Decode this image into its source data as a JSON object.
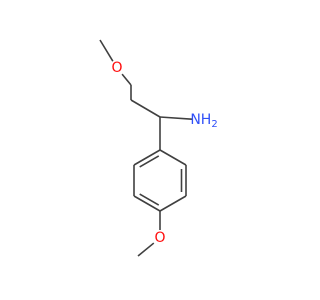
{
  "molecule": {
    "atoms": [
      {
        "id": "c_methyl_top",
        "symbol": "C",
        "label": ""
      },
      {
        "id": "o_top",
        "symbol": "O",
        "label": "O"
      },
      {
        "id": "c_ch2_a",
        "symbol": "C",
        "label": ""
      },
      {
        "id": "c_ch2_b",
        "symbol": "C",
        "label": ""
      },
      {
        "id": "c_alpha",
        "symbol": "C",
        "label": ""
      },
      {
        "id": "n_amine",
        "symbol": "N",
        "label": "NH"
      },
      {
        "id": "ring_c1",
        "symbol": "C",
        "label": ""
      },
      {
        "id": "ring_c2",
        "symbol": "C",
        "label": ""
      },
      {
        "id": "ring_c3",
        "symbol": "C",
        "label": ""
      },
      {
        "id": "ring_c4",
        "symbol": "C",
        "label": ""
      },
      {
        "id": "ring_c5",
        "symbol": "C",
        "label": ""
      },
      {
        "id": "ring_c6",
        "symbol": "C",
        "label": ""
      },
      {
        "id": "o_bottom",
        "symbol": "O",
        "label": "O"
      },
      {
        "id": "c_methyl_bottom",
        "symbol": "C",
        "label": ""
      }
    ],
    "amine_subscript": "2",
    "bonds": [
      {
        "from": "c_methyl_top",
        "to": "o_top",
        "order": 1
      },
      {
        "from": "o_top",
        "to": "c_ch2_a",
        "order": 1
      },
      {
        "from": "c_ch2_a",
        "to": "c_ch2_b",
        "order": 1
      },
      {
        "from": "c_ch2_b",
        "to": "c_alpha",
        "order": 1
      },
      {
        "from": "c_alpha",
        "to": "n_amine",
        "order": 1
      },
      {
        "from": "c_alpha",
        "to": "ring_c1",
        "order": 1
      },
      {
        "from": "ring_c1",
        "to": "ring_c2",
        "order": 2
      },
      {
        "from": "ring_c2",
        "to": "ring_c3",
        "order": 1
      },
      {
        "from": "ring_c3",
        "to": "ring_c4",
        "order": 2
      },
      {
        "from": "ring_c4",
        "to": "ring_c5",
        "order": 1
      },
      {
        "from": "ring_c5",
        "to": "ring_c6",
        "order": 2
      },
      {
        "from": "ring_c6",
        "to": "ring_c1",
        "order": 1
      },
      {
        "from": "ring_c4",
        "to": "o_bottom",
        "order": 1
      },
      {
        "from": "o_bottom",
        "to": "c_methyl_bottom",
        "order": 1
      }
    ],
    "colors": {
      "bond": "#404040",
      "oxygen": "#ff0d0d",
      "nitrogen": "#3050f8",
      "background": "#ffffff"
    }
  }
}
